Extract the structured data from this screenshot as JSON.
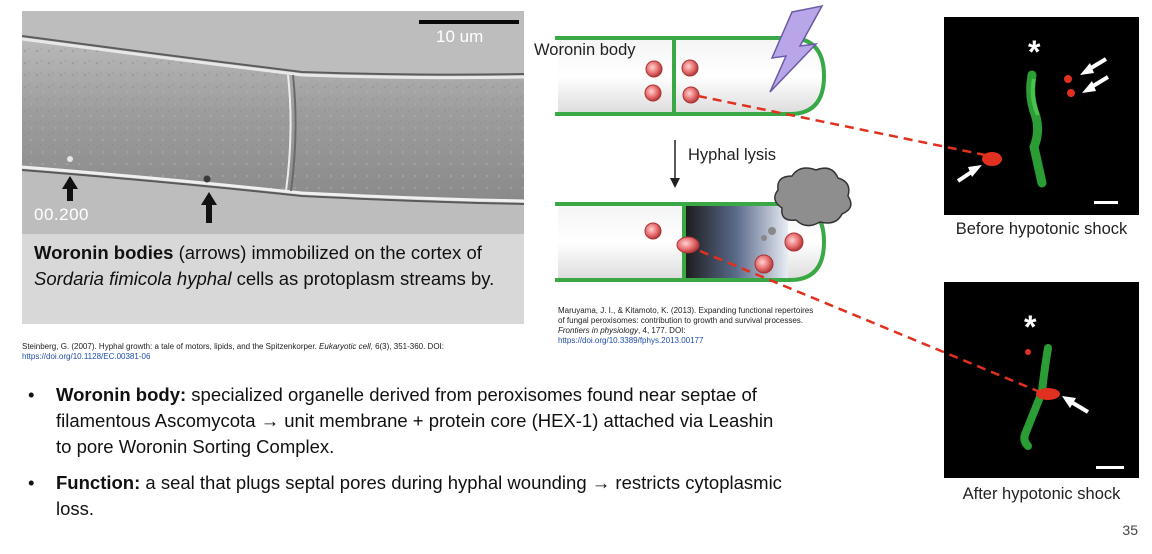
{
  "micrograph": {
    "scale_label": "10 um",
    "time_label": "00.200"
  },
  "caption": {
    "bold": "Woronin bodies",
    "part1": " (arrows) immobilized on the cortex of ",
    "italic": "Sordaria fimicola hyphal",
    "part2": " cells as protoplasm streams by."
  },
  "ref_steinberg": {
    "text_pre": "Steinberg, G. (2007). Hyphal growth: a tale of motors, lipids, and the Spitzenkorper. ",
    "journal": "Eukaryotic cell",
    "text_post": ", 6(3), 351-360. DOI:",
    "link": "https://doi.org/10.1128/EC.00381-06"
  },
  "diagram": {
    "woronin_label": "Woronin body",
    "lysis_label": "Hyphal lysis"
  },
  "ref_maruyama": {
    "text_pre": "Maruyama, J. I., & Kitamoto, K. (2013). Expanding functional repertoires of fungal peroxisomes: contribution to growth and survival processes. ",
    "journal": "Frontiers in physiology",
    "text_post": ", 4, 177. DOI:",
    "link": "https://doi.org/10.3389/fphys.2013.00177"
  },
  "fluorescence": {
    "top_caption": "Before hypotonic shock",
    "bottom_caption": "After hypotonic shock",
    "asterisk": "*"
  },
  "bullets": [
    {
      "marker": "•",
      "term": "Woronin body:",
      "text": " specialized organelle derived from peroxisomes found near septae of filamentous Ascomycota → unit membrane + protein core (HEX-1) attached via Leashin to pore Woronin Sorting Complex."
    },
    {
      "marker": "•",
      "term": "Function:",
      "text": " a seal that plugs septal pores during hyphal wounding → restricts cytoplasmic loss."
    }
  ],
  "page_number": "35",
  "colors": {
    "hypha_wall": "#3aa845",
    "organelle": "#d94a4a",
    "dashed_line": "#e0301e",
    "fluor_green": "#2fae3a",
    "fluor_red": "#e03020"
  }
}
